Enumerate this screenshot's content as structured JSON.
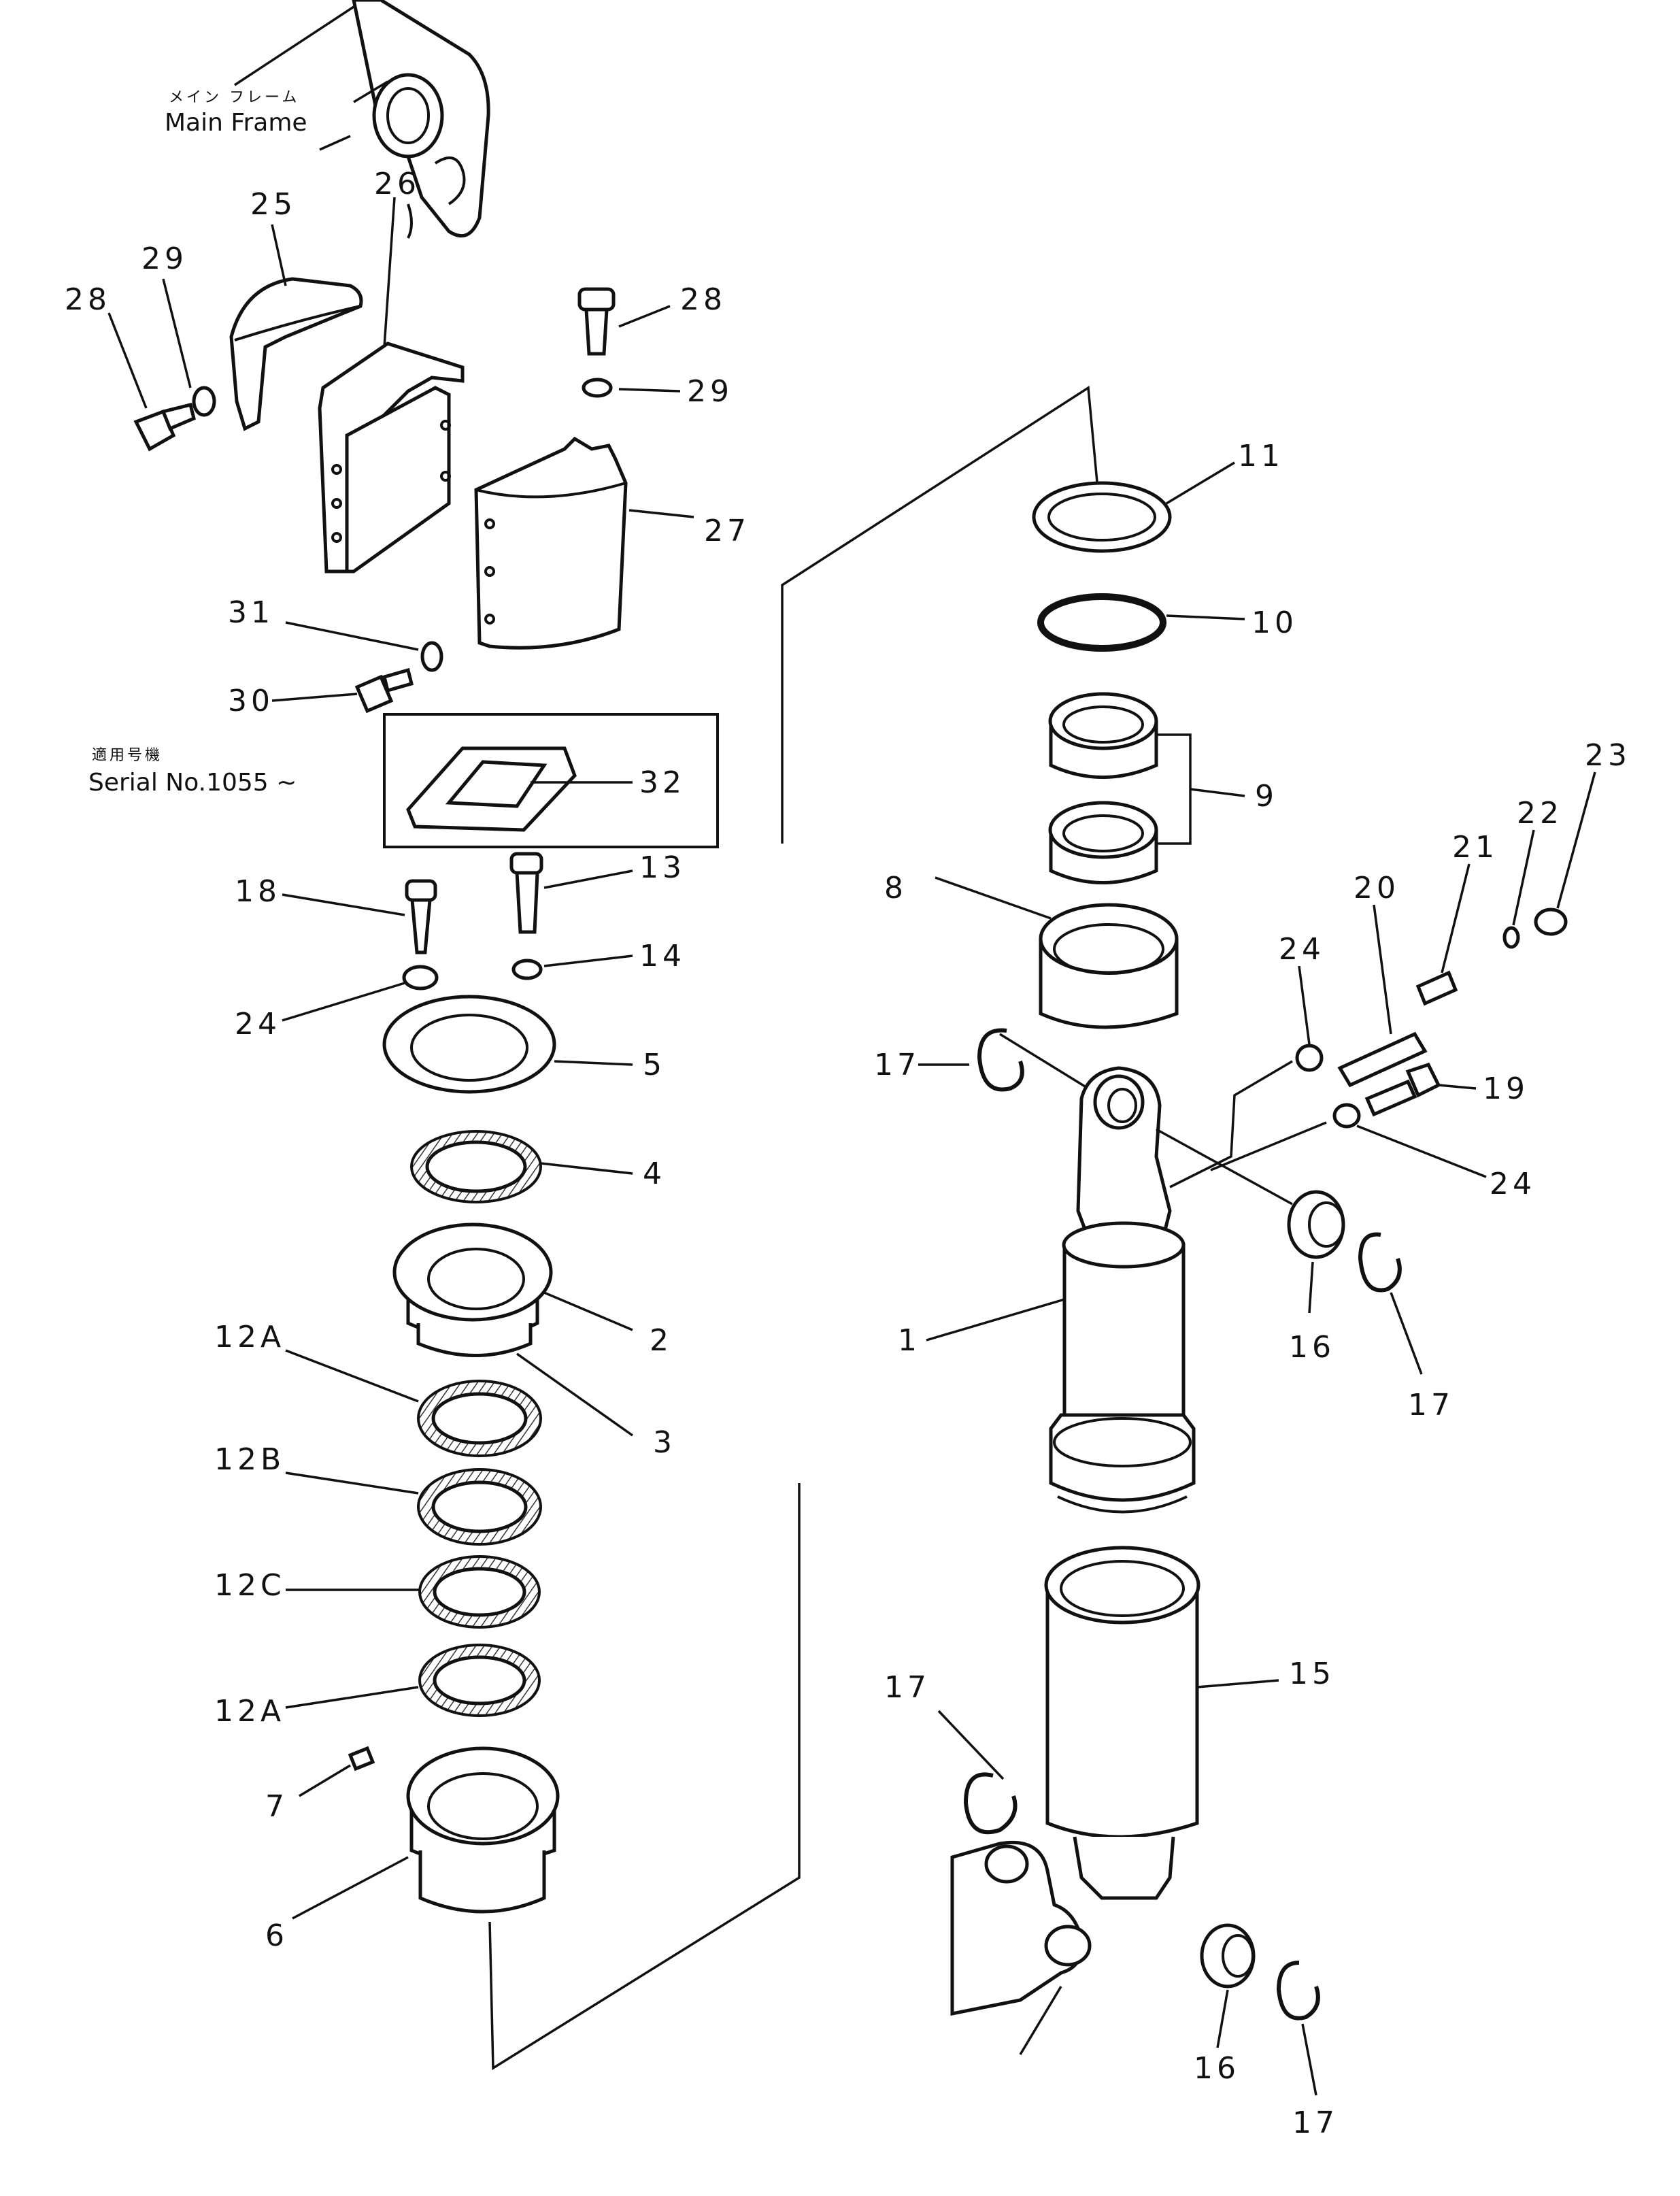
{
  "main_frame": {
    "jp": "メイン フレーム",
    "en": "Main Frame"
  },
  "serial_note": {
    "jp": "適用号機",
    "en": "Serial No.1055 ~"
  },
  "callouts": {
    "c28a": "28",
    "c29a": "29",
    "c25": "25",
    "c26": "26",
    "c28b": "28",
    "c29b": "29",
    "c27": "27",
    "c31": "31",
    "c30": "30",
    "c32": "32",
    "c18": "18",
    "c13": "13",
    "c14": "14",
    "c24a": "24",
    "c5": "5",
    "c4": "4",
    "c2": "2",
    "c3": "3",
    "c12a1": "12A",
    "c12b": "12B",
    "c12c": "12C",
    "c12a2": "12A",
    "c7": "7",
    "c6": "6",
    "c11": "11",
    "c10": "10",
    "c9": "9",
    "c8": "8",
    "c23": "23",
    "c22": "22",
    "c21": "21",
    "c20": "20",
    "c24b": "24",
    "c17a": "17",
    "c19": "19",
    "c24c": "24",
    "c1": "1",
    "c16a": "16",
    "c17b": "17",
    "c15": "15",
    "c17c": "17",
    "c16b": "16",
    "c17d": "17"
  }
}
